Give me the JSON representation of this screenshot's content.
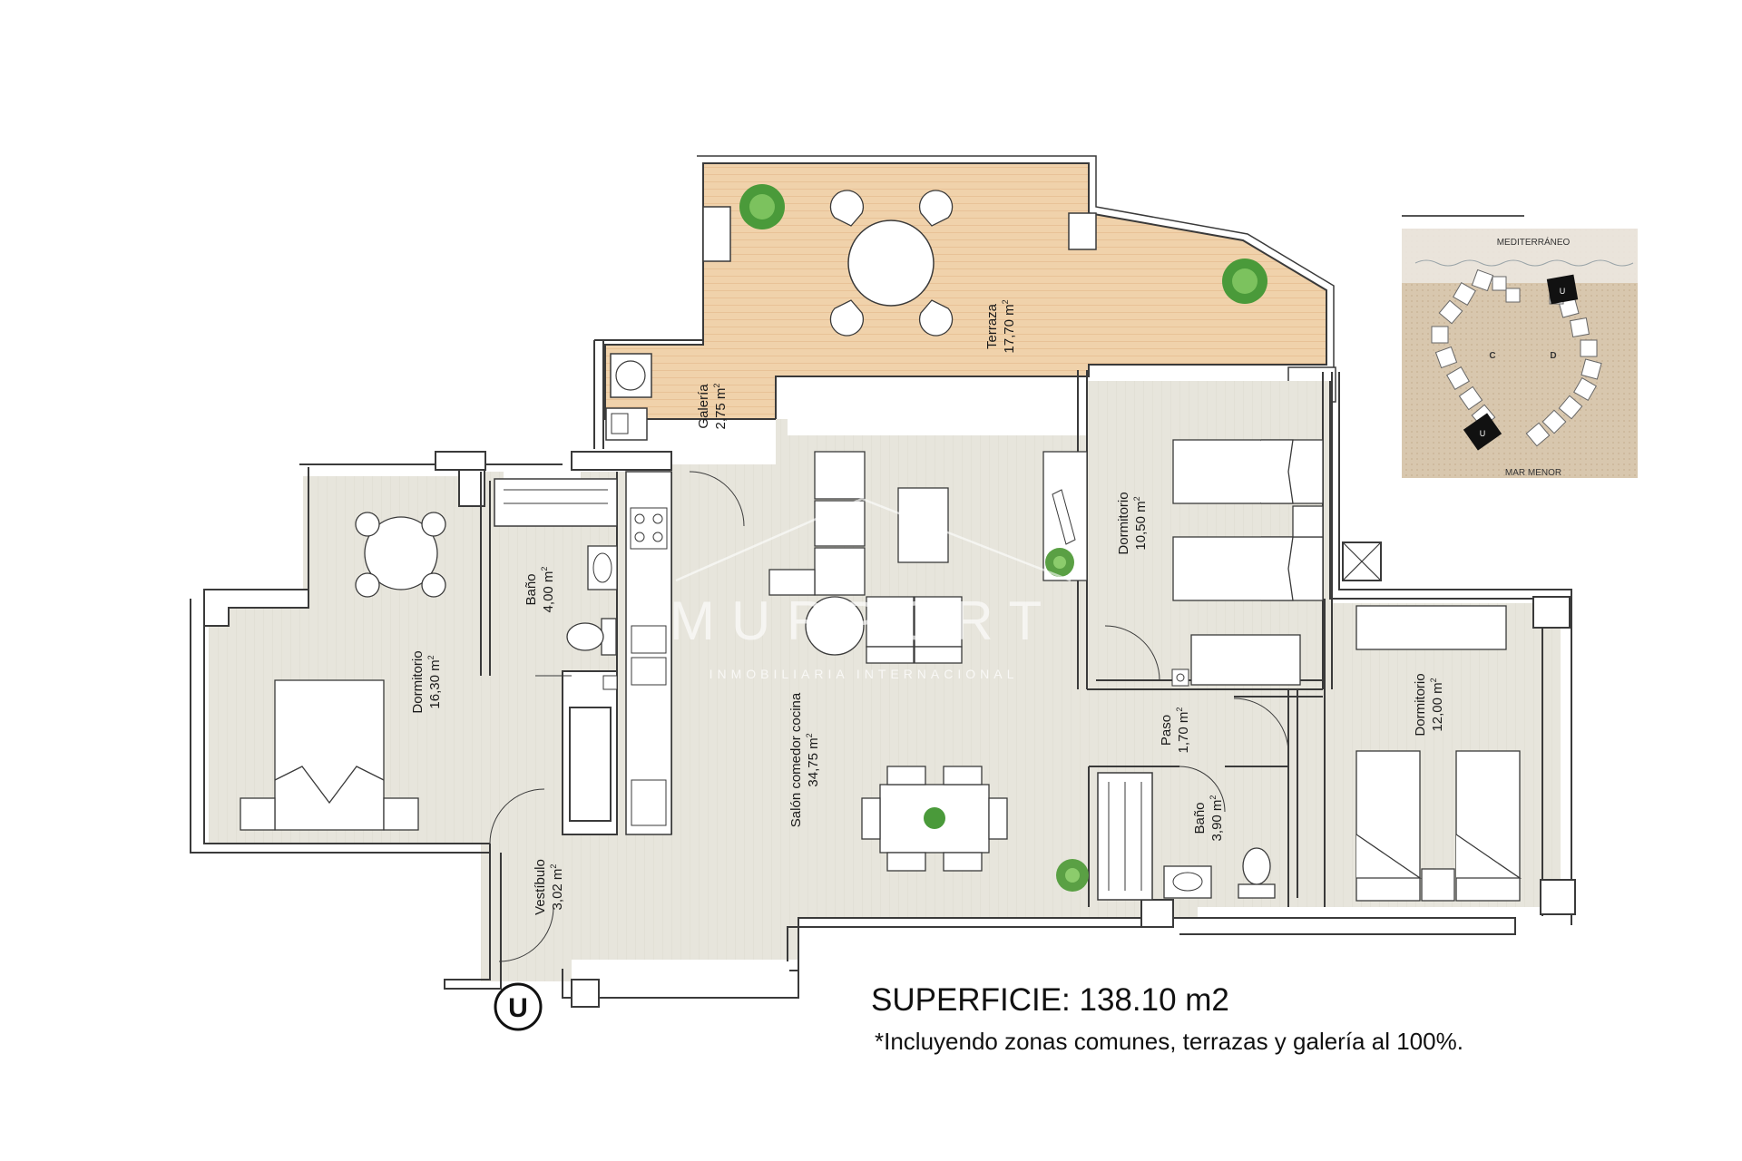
{
  "rooms": {
    "terraza": {
      "name": "Terraza",
      "area": "17,70 m"
    },
    "galeria": {
      "name": "Galería",
      "area": "2,75 m"
    },
    "dormitorio_1": {
      "name": "Dormitorio",
      "area": "16,30 m"
    },
    "bano_1": {
      "name": "Baño",
      "area": "4,00 m"
    },
    "salon": {
      "name": "Salón comedor cocina",
      "area": "34,75 m"
    },
    "dormitorio_2": {
      "name": "Dormitorio",
      "area": "10,50 m"
    },
    "paso": {
      "name": "Paso",
      "area": "1,70 m"
    },
    "bano_2": {
      "name": "Baño",
      "area": "3,90 m"
    },
    "dormitorio_3": {
      "name": "Dormitorio",
      "area": "12,00 m"
    },
    "vestibulo": {
      "name": "Vestíbulo",
      "area": "3,02 m"
    }
  },
  "area_superscript": "2",
  "unit_marker": "U",
  "keymap": {
    "top_label": "MEDITERRÁNEO",
    "bottom_label": "MAR MENOR",
    "block_c": "C",
    "block_d": "D",
    "unit_marker": "U"
  },
  "watermark": {
    "brand": "MURPORT",
    "tagline": "INMOBILIARIA INTERNACIONAL"
  },
  "surface": {
    "title": "SUPERFICIE: 138.10 m2",
    "note": "*Incluyendo zonas comunes, terrazas y galería al 100%."
  },
  "colors": {
    "floor": "#e6e4db",
    "terrace": "#f0cfa6",
    "wall": "#f7f7f7",
    "wall_outline": "#3a3a3a",
    "plant": "#3d9a3a"
  }
}
